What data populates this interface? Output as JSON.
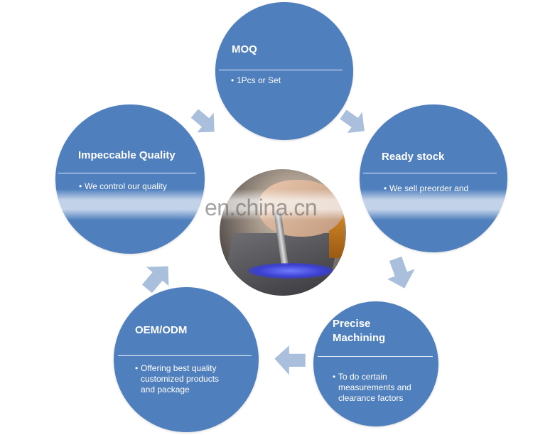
{
  "nodes": {
    "moq": {
      "title": "MOQ",
      "bullet": "1Pcs or Set"
    },
    "ready_stock": {
      "title": "Ready stock",
      "bullet": "We sell preorder and"
    },
    "quality": {
      "title": "Impeccable Quality",
      "bullet": "We control our quality"
    },
    "oem": {
      "title": "OEM/ODM",
      "bullet": "Offering best quality customized products and package"
    },
    "precise": {
      "title": "Precise Machining",
      "bullet": "To do certain measurements and clearance factors"
    }
  },
  "watermark": {
    "text": "en.china.cn"
  },
  "bullet_glyph": "•",
  "colors": {
    "circle_fill": "#4f7fbd",
    "arrow_fill": "#a9bfdc",
    "text": "#ffffff"
  },
  "icons": {
    "arrow": "chevron-arrow-icon",
    "center_image": "machining-photo"
  }
}
